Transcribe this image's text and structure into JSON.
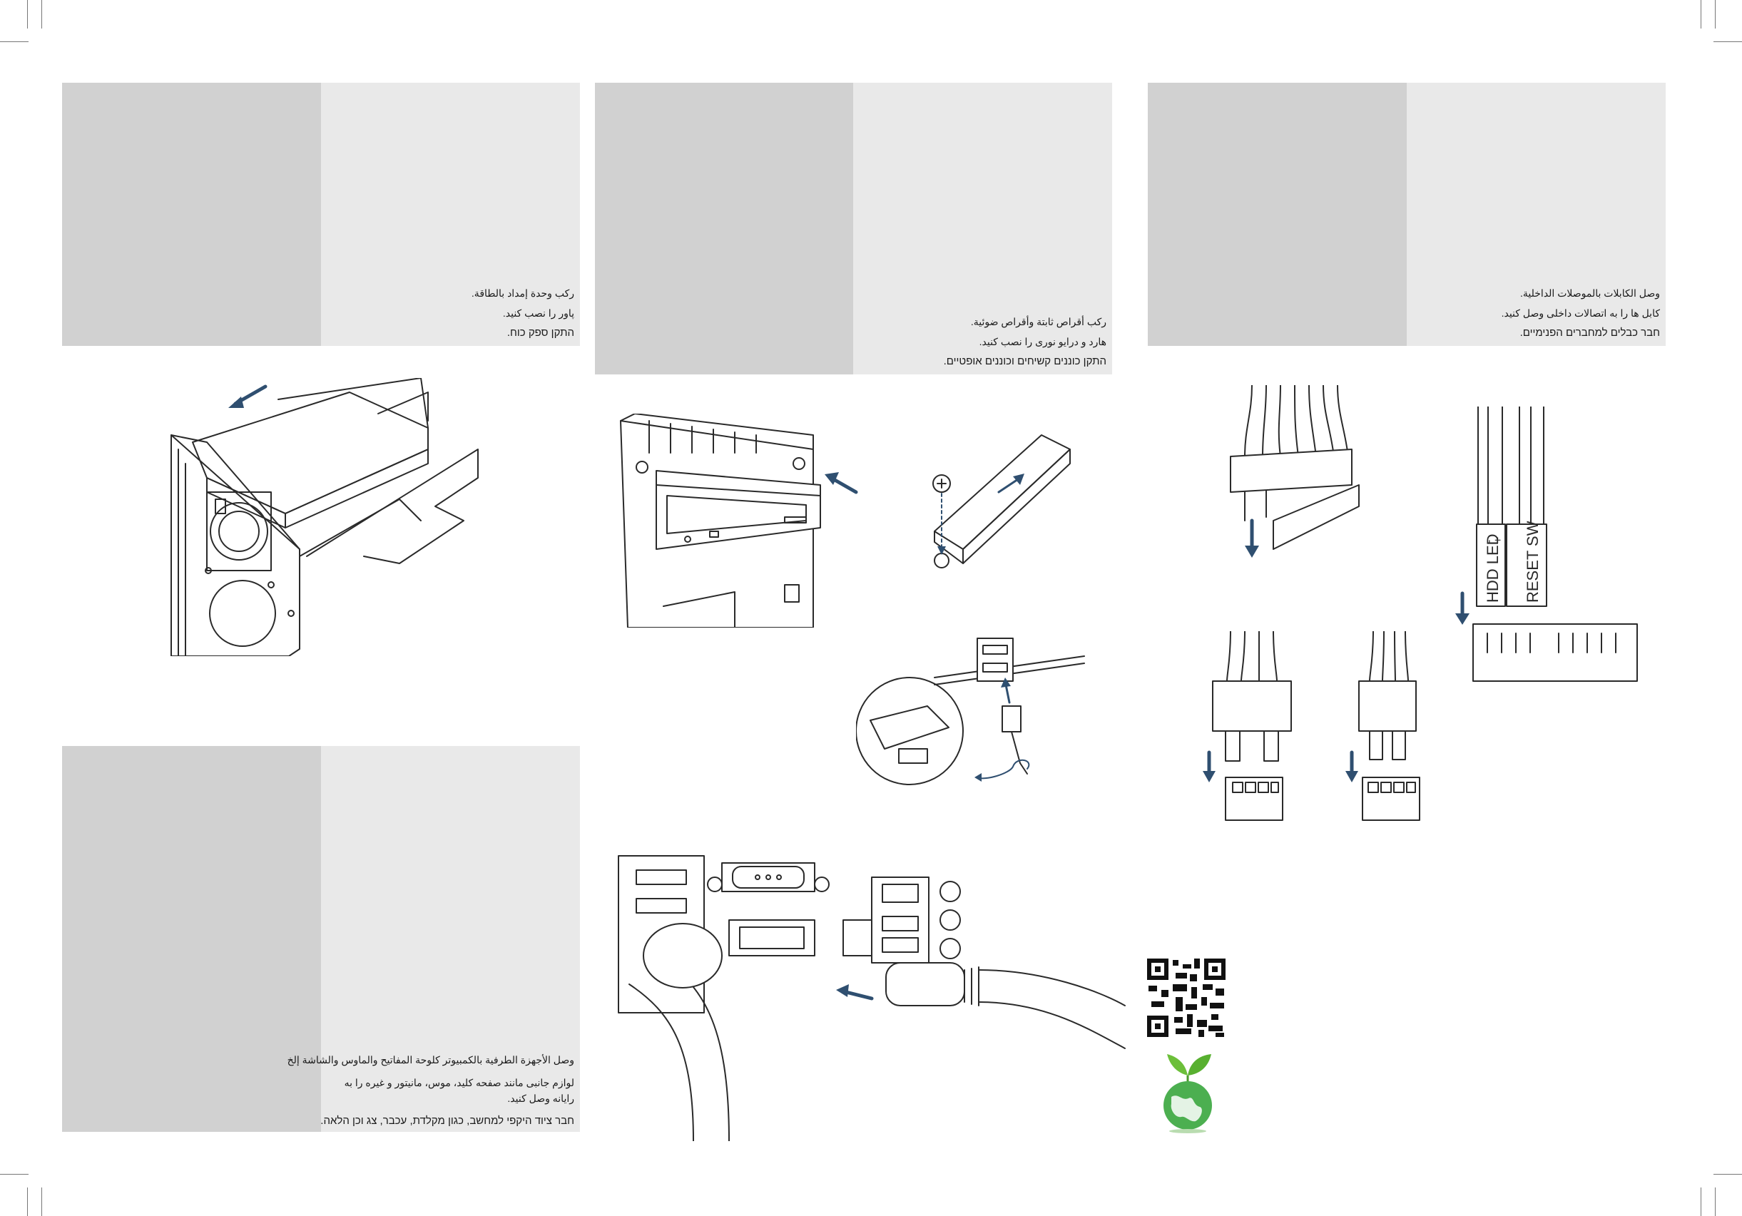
{
  "panels": [
    {
      "id": "top-left",
      "lines": [
        "ركب وحدة إمداد بالطاقة.",
        "پاور را نصب کنید.",
        "התקן ספק כוח."
      ]
    },
    {
      "id": "top-middle",
      "lines": [
        "ركب أقراص ثابتة وأقراص ضوئية.",
        "هارد و درایو نوری را نصب کنید.",
        "התקן כוננים קשיחים וכוננים אופטיים."
      ]
    },
    {
      "id": "top-right",
      "lines": [
        "وصل الكابلات بالموصلات الداخلية.",
        "کابل ها را به اتصالات داخلی وصل کنید.",
        "חבר כבלים למחברים הפנימיים."
      ]
    },
    {
      "id": "bottom-left",
      "lines": [
        "وصل الأجهزة الطرفية بالكمبيوتر كلوحة المفاتيح والماوس والشاشة إلخ",
        "لوازم جانبی مانند صفحه کلید، موس، مانیتور و غیره را به",
        "رایانه وصل کنید.",
        "חבר ציוד היקפי למחשב, כגון מקלדת, עכבר, צג וכן הלאה."
      ]
    }
  ],
  "connector_labels": {
    "hdd_led": "HDD LED",
    "reset_sw": "RESET SW",
    "minus": "-",
    "plus": "+"
  },
  "colors": {
    "panel_dark": "#d1d1d1",
    "panel_light": "#e9e9e9",
    "arrow": "#2f4f70",
    "eco_green": "#4caf50"
  }
}
